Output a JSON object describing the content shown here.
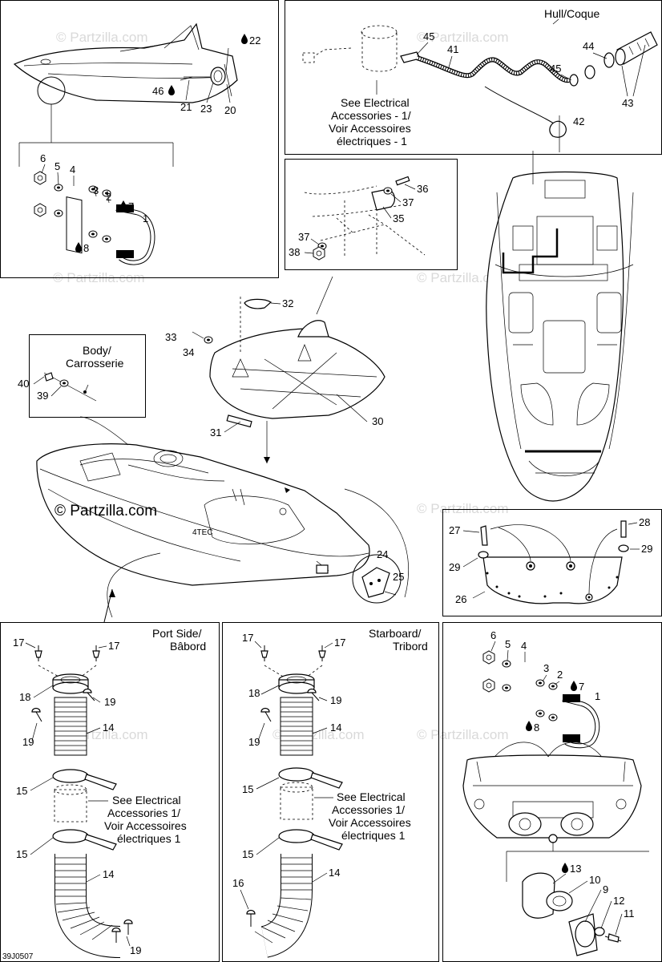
{
  "drawing_id": "39J0507",
  "watermark": "© Partzilla.com",
  "watermark_main": "© Partzilla.com",
  "labels": {
    "hull_coque": "Hull/Coque",
    "see_elec_top_1": "See Electrical",
    "see_elec_top_2": "Accessories - 1/",
    "see_elec_top_3": "Voir Accessoires",
    "see_elec_top_4": "électriques - 1",
    "body_1": "Body/",
    "body_2": "Carrosserie",
    "port_1": "Port Side/",
    "port_2": "Bâbord",
    "starboard_1": "Starboard/",
    "starboard_2": "Tribord",
    "see_elec_port_1": "See Electrical",
    "see_elec_port_2": "Accessories 1/",
    "see_elec_port_3": "Voir Accessoires",
    "see_elec_port_4": "électriques 1",
    "see_elec_stb_1": "See Electrical",
    "see_elec_stb_2": "Accessories 1/",
    "see_elec_stb_3": "Voir Accessoires",
    "see_elec_stb_4": "électriques 1"
  },
  "callouts": {
    "n1a": "1",
    "n2a": "2",
    "n3a": "3",
    "n4a": "4",
    "n5a": "5",
    "n6a": "6",
    "n7a": "7",
    "n8a": "8",
    "n20": "20",
    "n21": "21",
    "n22": "22",
    "n23": "23",
    "n46": "46",
    "n41": "41",
    "n42": "42",
    "n43": "43",
    "n44": "44",
    "n45a": "45",
    "n45b": "45",
    "n35": "35",
    "n36": "36",
    "n37a": "37",
    "n37b": "37",
    "n38": "38",
    "n32": "32",
    "n33": "33",
    "n34": "34",
    "n30": "30",
    "n31": "31",
    "n39": "39",
    "n40": "40",
    "n24": "24",
    "n25": "25",
    "n26": "26",
    "n27": "27",
    "n28": "28",
    "n29a": "29",
    "n29b": "29",
    "p17a": "17",
    "p17b": "17",
    "p18": "18",
    "p19a": "19",
    "p19b": "19",
    "p19c": "19",
    "p14a": "14",
    "p14b": "14",
    "p15a": "15",
    "p15b": "15",
    "s17a": "17",
    "s17b": "17",
    "s18": "18",
    "s19a": "19",
    "s19b": "19",
    "s14a": "14",
    "s14b": "14",
    "s15a": "15",
    "s15b": "15",
    "s16": "16",
    "b6": "6",
    "b5": "5",
    "b4": "4",
    "b3": "3",
    "b2": "2",
    "b1": "1",
    "b7": "7",
    "b8": "8",
    "n9": "9",
    "n10": "10",
    "n11": "11",
    "n12": "12",
    "n13": "13"
  }
}
